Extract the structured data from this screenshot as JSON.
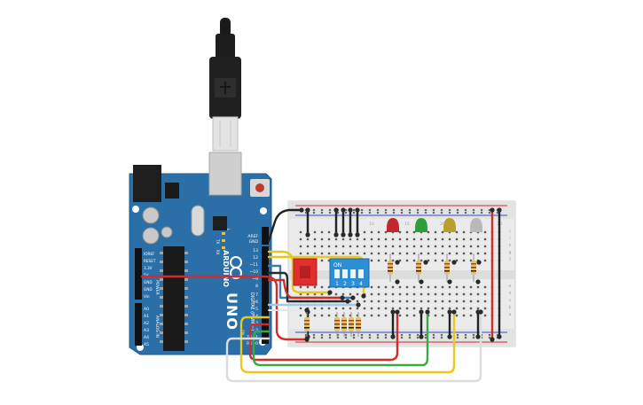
{
  "arduino": {
    "brand": "ARDUINO",
    "model": "UNO",
    "header_labels": {
      "aref": "AREF",
      "gnd": "GND",
      "digital_pins": [
        "13",
        "12",
        "~11",
        "~10",
        "~9",
        "8",
        "7",
        "~6",
        "~5",
        "4",
        "~3",
        "2",
        "TX→1",
        "RX←0"
      ],
      "digital": "DIGITAL (PWM ~)",
      "power_pins": [
        "IOREF",
        "RESET",
        "3.3V",
        "5V",
        "GND",
        "GND",
        "Vin"
      ],
      "power": "POWER",
      "analog_pins": [
        "A0",
        "A1",
        "A2",
        "A3",
        "A4",
        "A5"
      ],
      "analog": "ANALOG IN",
      "tx": "TX",
      "rx": "RX",
      "l": "L",
      "on": "ON"
    }
  },
  "dip_switch": {
    "on": "ON",
    "positions": [
      "1",
      "2",
      "3",
      "4"
    ]
  },
  "breadboard": {
    "row_labels": [
      "a",
      "b",
      "c",
      "d",
      "e",
      "f",
      "g",
      "h",
      "i",
      "j"
    ],
    "column_numbers": [
      "1",
      "5",
      "10",
      "15",
      "20",
      "25",
      "30"
    ]
  },
  "leds": [
    {
      "color_name": "red",
      "color": "#c1272d"
    },
    {
      "color_name": "green",
      "color": "#2f9e3a"
    },
    {
      "color_name": "yellow",
      "color": "#b8a02a"
    },
    {
      "color_name": "white",
      "color": "#b9b9b9"
    }
  ],
  "colors": {
    "board": "#2a6fa8",
    "board_dark": "#1f5a8c",
    "breadboard": "#ebebeb",
    "wire_red": "#d12b2b",
    "wire_green": "#3aa844",
    "wire_yellow": "#e8c81a",
    "wire_black": "#222222",
    "wire_white": "#e6e6e6",
    "wire_blue": "#9ec9e8",
    "resistor": "#e8c06a",
    "pushbutton": "#e12e2e"
  }
}
